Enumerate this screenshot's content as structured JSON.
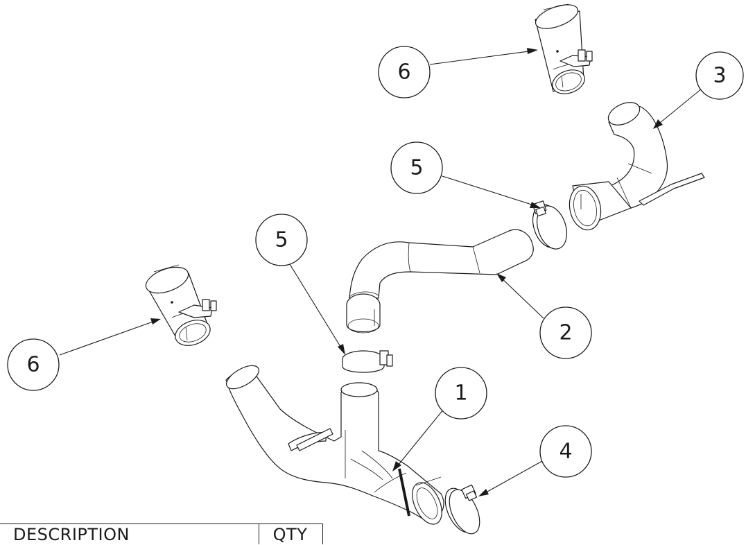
{
  "balloons": [
    {
      "id": "b6-top",
      "label": "6"
    },
    {
      "id": "b3",
      "label": "3"
    },
    {
      "id": "b5-upper",
      "label": "5"
    },
    {
      "id": "b5-lower",
      "label": "5"
    },
    {
      "id": "b2",
      "label": "2"
    },
    {
      "id": "b6-left",
      "label": "6"
    },
    {
      "id": "b1",
      "label": "1"
    },
    {
      "id": "b4",
      "label": "4"
    }
  ],
  "bom": {
    "description_header": "DESCRIPTION",
    "qty_header": "QTY"
  }
}
